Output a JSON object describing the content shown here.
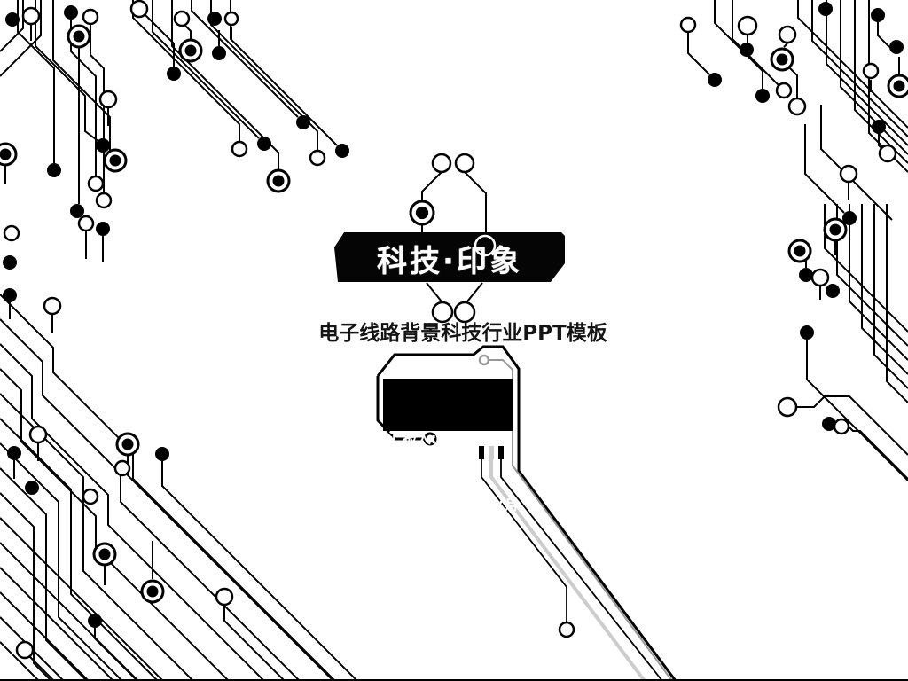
{
  "slide": {
    "title": "科技·印象",
    "subtitle": "电子线路背景科技行业PPT模板",
    "info": {
      "presenter": "汇报人: 第一PPT",
      "date": "日　期: XX年 XX月"
    }
  },
  "colors": {
    "ink": "#000000",
    "paper": "#ffffff",
    "trace_gray_light": "#cccccc",
    "trace_gray_mid": "#999999"
  }
}
